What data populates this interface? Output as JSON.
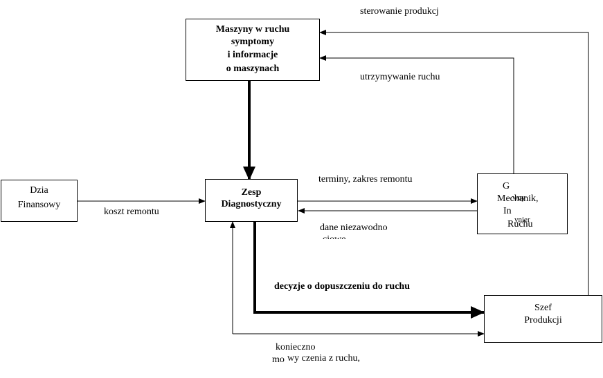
{
  "boxes": {
    "machines": [
      "Maszyny w ruchu",
      "symptomy",
      "i informacje",
      "o maszynach"
    ],
    "diagnostic": [
      "Zesp",
      "Diagnostyczny"
    ],
    "finance": [
      "Dzia",
      "Finansowy"
    ],
    "mechanic": {
      "l1": "G",
      "l2": "Mechanik,",
      "l3": "In",
      "l4": "Ruchu",
      "o1": "wny",
      "o2": "ynier"
    },
    "production": [
      "Szef",
      "Produkcji"
    ]
  },
  "labels": {
    "production_control": "sterowanie produkcj",
    "maintenance": "utrzymywanie ruchu",
    "repair_terms": "terminy, zakres remontu",
    "repair_cost": "koszt remontu",
    "reliability_1": "dane niezawodno",
    "reliability_2": "ciowe",
    "admission_decisions": "decyzje o dopuszczeniu do ruchu",
    "necessity_1": "konieczno",
    "necessity_2a": "mo",
    "necessity_2b": "wy   czenia z ruchu,"
  }
}
